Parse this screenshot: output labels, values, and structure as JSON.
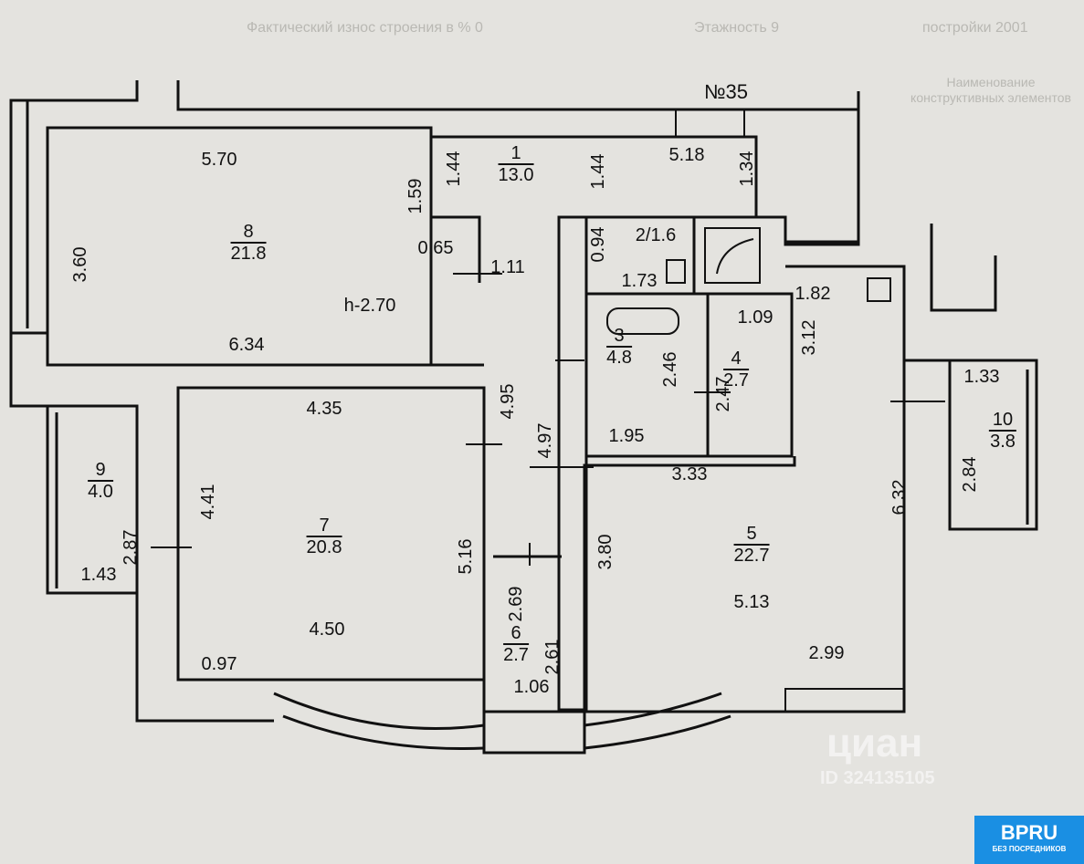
{
  "header": {
    "apartment_no": "№35"
  },
  "background_text": [
    "постройки 2001",
    "Этажность 9",
    "Фактический износ строения в % 0",
    "Наименование конструктивных элементов"
  ],
  "rooms": [
    {
      "num": "1",
      "area": "13.0"
    },
    {
      "num": "2/1.6",
      "area": ""
    },
    {
      "num": "3",
      "area": "4.8"
    },
    {
      "num": "4",
      "area": "2.7"
    },
    {
      "num": "5",
      "area": "22.7"
    },
    {
      "num": "6",
      "area": "2.7"
    },
    {
      "num": "7",
      "area": "20.8"
    },
    {
      "num": "8",
      "area": "21.8"
    },
    {
      "num": "9",
      "area": "4.0"
    },
    {
      "num": "10",
      "area": "3.8"
    }
  ],
  "ceiling_height": "h-2.70",
  "dims": [
    "5.70",
    "1.59",
    "1.44",
    "1.44",
    "5.18",
    "1.34",
    "3.60",
    "0.65",
    "1.11",
    "0.94",
    "1.73",
    "1.82",
    "1.09",
    "6.34",
    "2.46",
    "2.47",
    "3.12",
    "1.33",
    "4.35",
    "4.95",
    "4.97",
    "1.95",
    "3.33",
    "6.32",
    "2.84",
    "4.41",
    "2.87",
    "5.16",
    "3.80",
    "1.43",
    "2.69",
    "5.13",
    "4.50",
    "2.61",
    "2.99",
    "0.97",
    "1.06"
  ],
  "watermark": {
    "brand": "циан",
    "id": "ID 324135105"
  },
  "logo": {
    "name": "BPRU",
    "tagline": "БЕЗ ПОСРЕДНИКОВ"
  }
}
